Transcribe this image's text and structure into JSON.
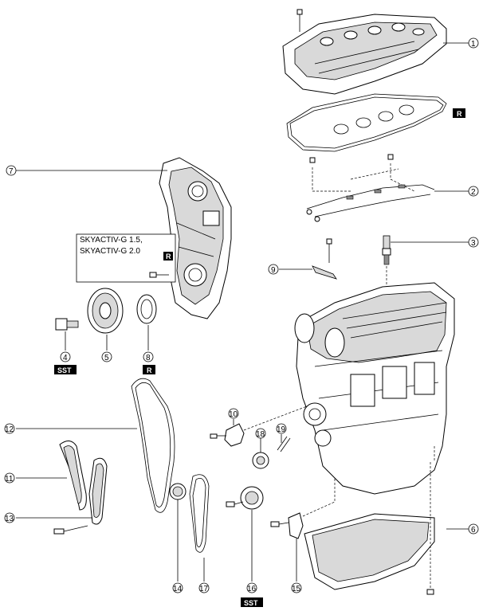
{
  "diagram": {
    "callouts": [
      "1",
      "2",
      "3",
      "4",
      "5",
      "6",
      "7",
      "8",
      "9",
      "10",
      "11",
      "12",
      "13",
      "14",
      "15",
      "16",
      "17",
      "18",
      "19"
    ],
    "badges": {
      "r": "R",
      "sst": "SST"
    },
    "variant_note": {
      "line1": "SKYACTIV-G 1.5,",
      "line2": "SKYACTIV-G 2.0"
    },
    "colors": {
      "line": "#000000",
      "badge_bg": "#000000",
      "badge_text": "#ffffff",
      "shade": "#d9d9d9"
    }
  }
}
